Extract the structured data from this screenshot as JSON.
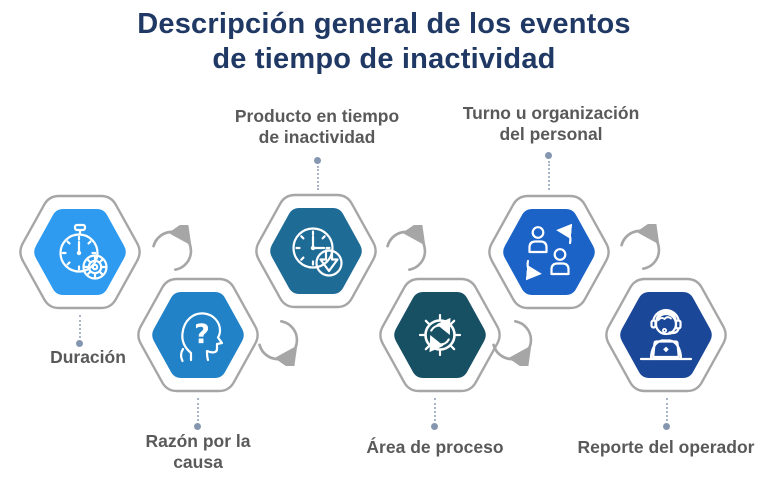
{
  "title": {
    "line1": "Descripción general de los eventos",
    "line2": "de tiempo de inactividad"
  },
  "steps": [
    {
      "label": "Duración",
      "color": "#2E9BF0",
      "icon": "stopwatch-gear-icon",
      "label_position": "below"
    },
    {
      "label": "Razón por la causa",
      "color": "#2182C8",
      "icon": "head-question-icon",
      "label_position": "below"
    },
    {
      "label": "Producto en tiempo de inactividad",
      "color": "#1E6B96",
      "icon": "clock-down-arrow-icon",
      "label_position": "above"
    },
    {
      "label": "Área de proceso",
      "color": "#174F63",
      "icon": "gear-sync-icon",
      "label_position": "below"
    },
    {
      "label": "Turno u organización del personal",
      "color": "#1C63C8",
      "icon": "people-swap-icon",
      "label_position": "above"
    },
    {
      "label": "Reporte del operador",
      "color": "#1A4798",
      "icon": "operator-laptop-icon",
      "label_position": "below"
    }
  ],
  "colors": {
    "title": "#1F3864",
    "label": "#595959",
    "hexagon_outline": "#A6A6A6",
    "arrow": "#A6A6A6",
    "connector_line": "#A8B4C8",
    "connector_dot": "#8496B0",
    "background": "#FFFFFF",
    "icon_stroke": "#FFFFFF"
  }
}
